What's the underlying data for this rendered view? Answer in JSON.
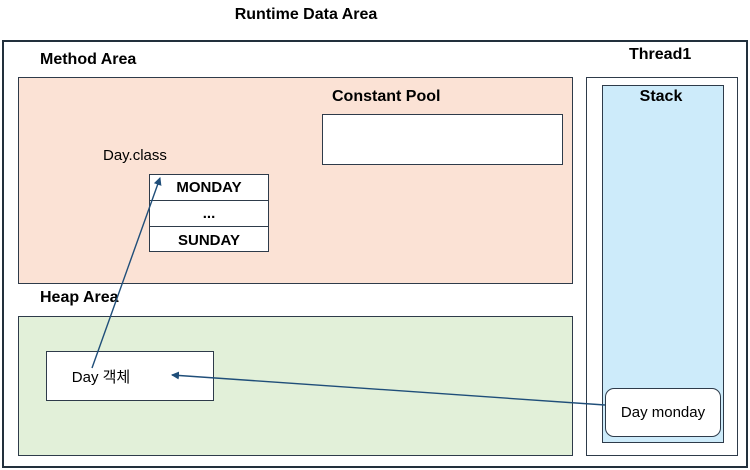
{
  "title": "Runtime Data Area",
  "method_area": {
    "label": "Method Area",
    "constant_pool": {
      "label": "Constant Pool"
    },
    "class_label": "Day.class",
    "enum_constants": [
      "MONDAY",
      "...",
      "SUNDAY"
    ]
  },
  "heap_area": {
    "label": "Heap Area",
    "object_label": "Day 객체"
  },
  "thread": {
    "label": "Thread1",
    "stack": {
      "label": "Stack",
      "variable_label": "Day monday"
    }
  },
  "colors": {
    "method_area_fill": "#fbe2d5",
    "heap_area_fill": "#e2f0d9",
    "stack_fill": "#cdebfa",
    "arrow": "#1f4e79",
    "border": "#2e3b4a"
  }
}
